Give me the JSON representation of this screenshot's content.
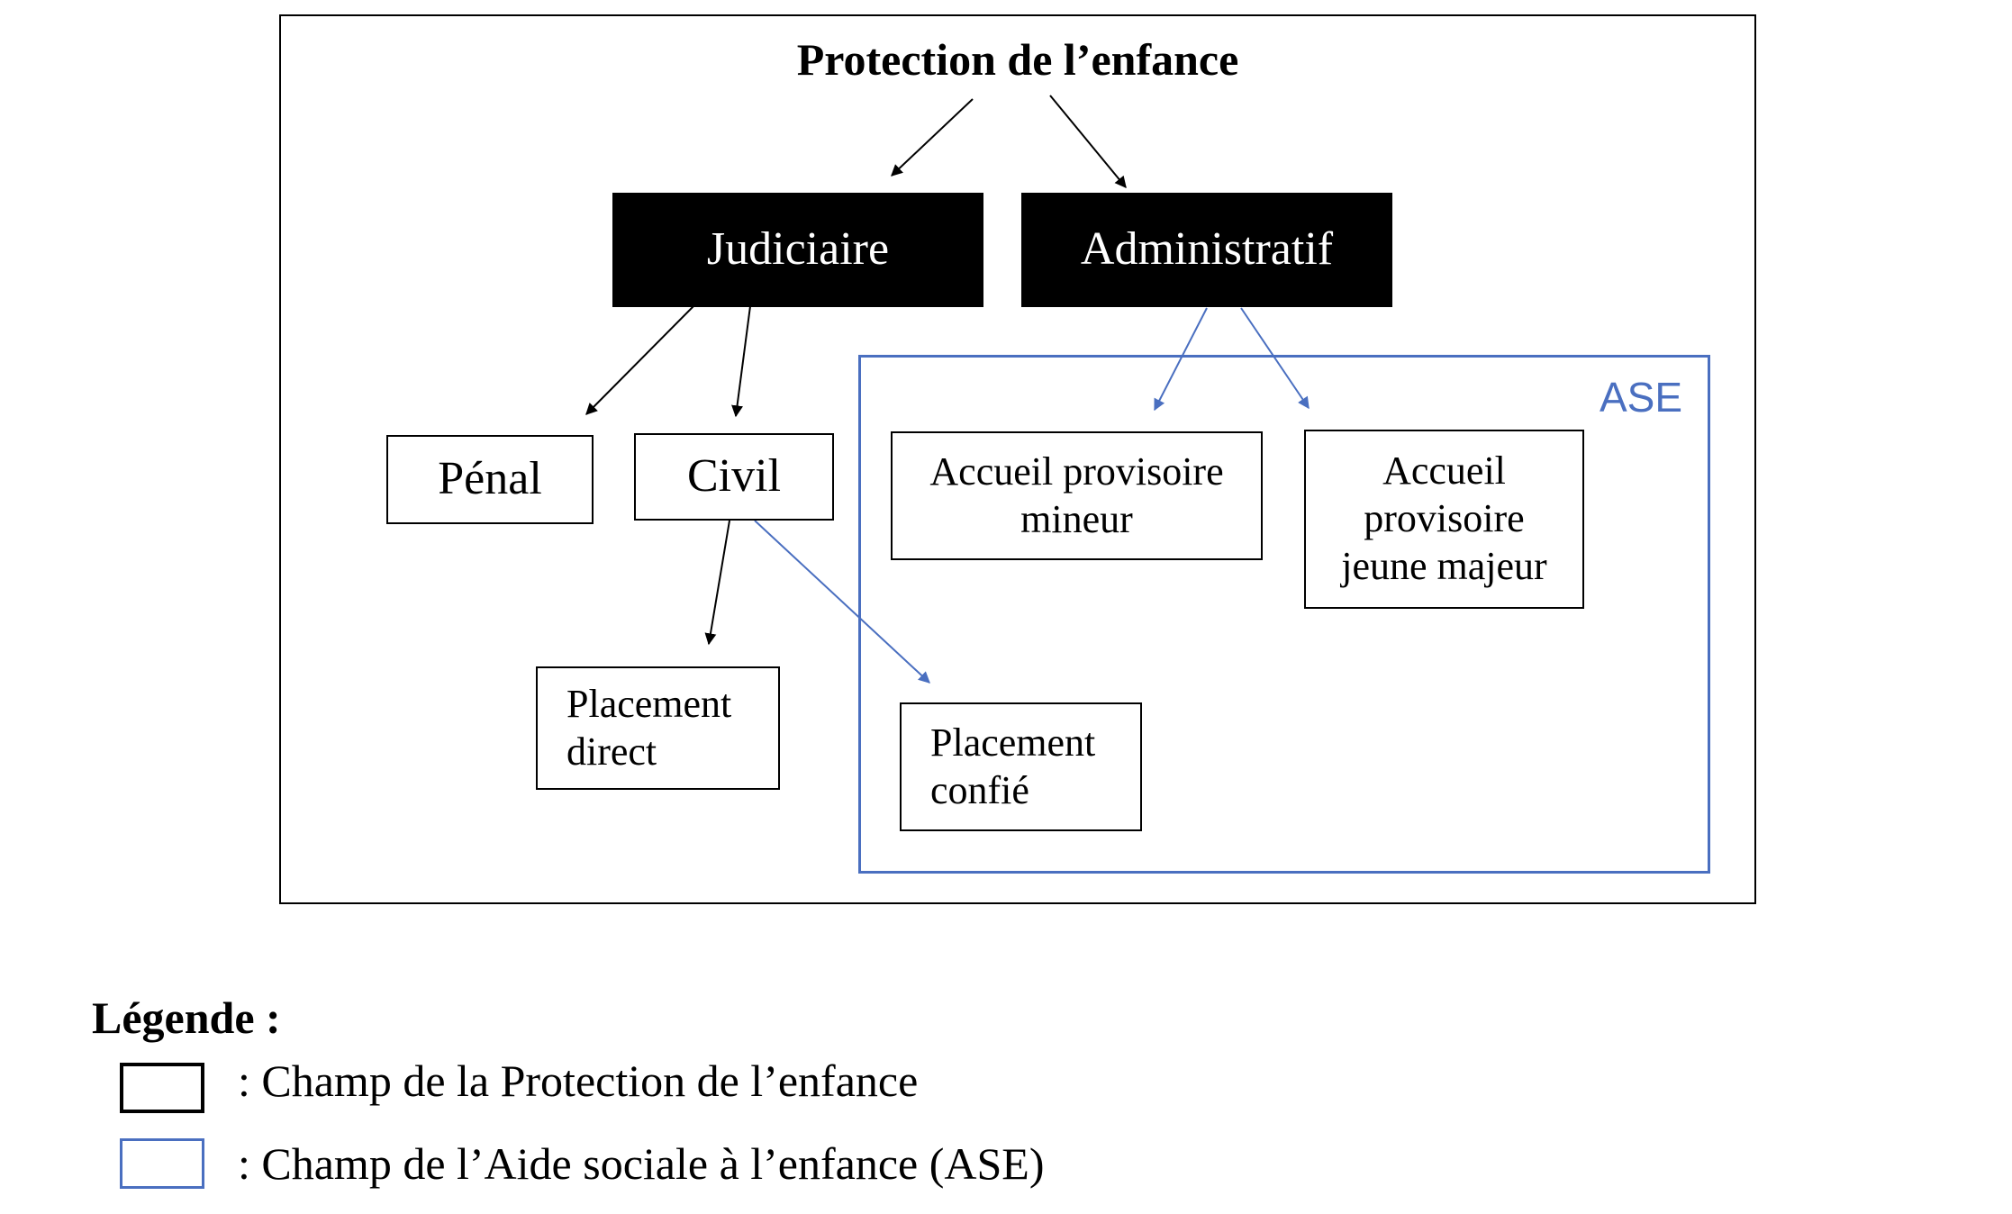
{
  "diagram": {
    "title": "Protection de l’enfance",
    "nodes": {
      "judiciaire": "Judiciaire",
      "administratif": "Administratif",
      "penal": "Pénal",
      "civil": "Civil",
      "accueil_mineur": "Accueil provisoire\nmineur",
      "accueil_jeune_majeur": "Accueil\nprovisoire\njeune majeur",
      "placement_direct": "Placement\ndirect",
      "placement_confie": "Placement\nconfié"
    },
    "ase_label": "ASE",
    "edges": [
      {
        "from": "Protection de l’enfance",
        "to": "Judiciaire",
        "color": "#000000"
      },
      {
        "from": "Protection de l’enfance",
        "to": "Administratif",
        "color": "#000000"
      },
      {
        "from": "Judiciaire",
        "to": "Pénal",
        "color": "#000000"
      },
      {
        "from": "Judiciaire",
        "to": "Civil",
        "color": "#000000"
      },
      {
        "from": "Administratif",
        "to": "Accueil provisoire mineur",
        "color": "#4a6fc0"
      },
      {
        "from": "Administratif",
        "to": "Accueil provisoire jeune majeur",
        "color": "#4a6fc0"
      },
      {
        "from": "Civil",
        "to": "Placement direct",
        "color": "#000000"
      },
      {
        "from": "Civil",
        "to": "Placement confié",
        "color": "#4a6fc0"
      }
    ]
  },
  "legend": {
    "title": "Légende :",
    "items": [
      {
        "text": ": Champ de la Protection de l’enfance",
        "color": "#000000"
      },
      {
        "text": ": Champ de l’Aide sociale à l’enfance (ASE)",
        "color": "#4a6fc0"
      }
    ]
  },
  "colors": {
    "protection": "#000000",
    "ase": "#4a6fc0"
  }
}
